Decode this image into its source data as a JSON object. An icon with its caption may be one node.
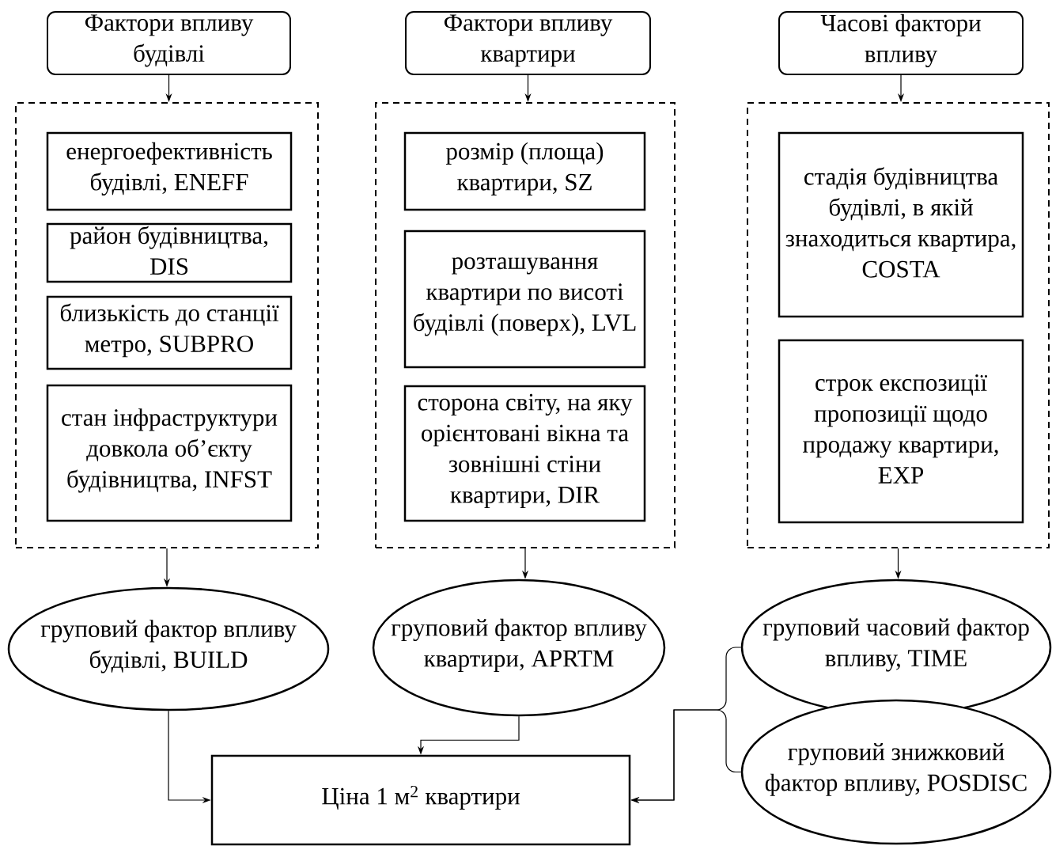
{
  "diagram": {
    "nodes": [
      {
        "text": [
          "Фактори впливу будівлі"
        ]
      },
      {
        "text": [],
        "shape": "box"
      },
      {
        "text": [
          "енергоефективність будівлі, ENEFF"
        ],
        "in": 1
      },
      {
        "text": [
          "район будівництва, DIS"
        ],
        "in": 1
      },
      {
        "text": [
          "близькість до станції метро, SUBPRO"
        ],
        "in": 1
      },
      {
        "text": [
          "стан інфраструктури довкола об’єкту будівництва, INFST"
        ],
        "in": 1
      },
      {
        "text": [
          "Фактори впливу квартири"
        ]
      },
      {
        "text": [],
        "shape": "box"
      },
      {
        "text": [
          "розмір (площа) квартири, SZ"
        ],
        "in": 7
      },
      {
        "text": [
          "розташування квартири по висоті будівлі (поверх), LVL"
        ],
        "in": 7
      },
      {
        "text": [
          "сторона світу, на яку орієнтовані вікна та зовнішні стіни квартири, DIR"
        ],
        "in": 7
      },
      {
        "text": [
          "Часові фактори впливу"
        ]
      },
      {
        "text": [],
        "shape": "box"
      },
      {
        "text": [
          "стадія будівництва будівлі, в якій знаходиться квартира, COSTA"
        ],
        "in": 12
      },
      {
        "text": [
          "строк експозиції пропозиції щодо продажу квартири, EXP"
        ],
        "in": 12
      },
      {
        "text": [
          "груповий фактор впливу будівлі, BUILD"
        ]
      },
      {
        "text": [
          "груповий фактор впливу квартири, APRTM"
        ]
      },
      {
        "text": [
          "груповий часовий фактор впливу, TIME"
        ]
      },
      {
        "text": [
          "груповий знижковий фактор впливу, POSDISC"
        ]
      },
      {
        "text": [
          "Ціна 1 м$^{2}$ квартири"
        ]
      }
    ],
    "edges": [
      {
        "from": 0,
        "to": 1,
        "arrow": "to"
      },
      {
        "from": 6,
        "to": 7,
        "arrow": "to"
      },
      {
        "from": 11,
        "to": 12,
        "arrow": "to"
      },
      {
        "from": 1,
        "to": 15,
        "arrow": "to"
      },
      {
        "from": 7,
        "to": 16,
        "arrow": "to"
      },
      {
        "from": 12,
        "to": 17,
        "arrow": "to"
      },
      {
        "from": 15,
        "to": 19,
        "arrow": "to"
      },
      {
        "from": 16,
        "to": 19,
        "arrow": "to"
      },
      {
        "from": 17,
        "to": 19,
        "arrow": "to"
      },
      {
        "from": 18,
        "to": 19,
        "arrow": "to"
      }
    ]
  }
}
